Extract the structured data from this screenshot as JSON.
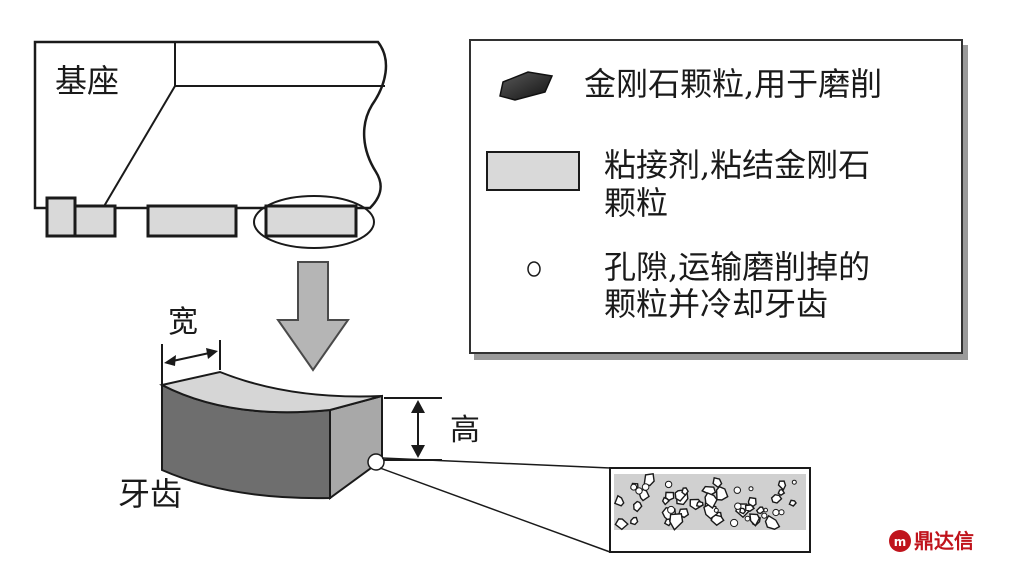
{
  "labels": {
    "base": "基座",
    "tooth": "牙齿",
    "width": "宽",
    "height": "高"
  },
  "legend": {
    "diamond": "金刚石颗粒,用于磨削",
    "bond_line1": "粘接剂,粘结金刚石",
    "bond_line2": "颗粒",
    "pore_line1": "孔隙,运输磨削掉的",
    "pore_line2": "颗粒并冷却牙齿"
  },
  "brand": "鼎达信",
  "colors": {
    "stroke": "#1a1a1a",
    "bond_fill": "#d9d9d9",
    "tooth_top": "#d6d6d6",
    "tooth_front": "#6e6e6e",
    "arrow_fill": "#b5b5b5",
    "brand": "#c0141c"
  }
}
